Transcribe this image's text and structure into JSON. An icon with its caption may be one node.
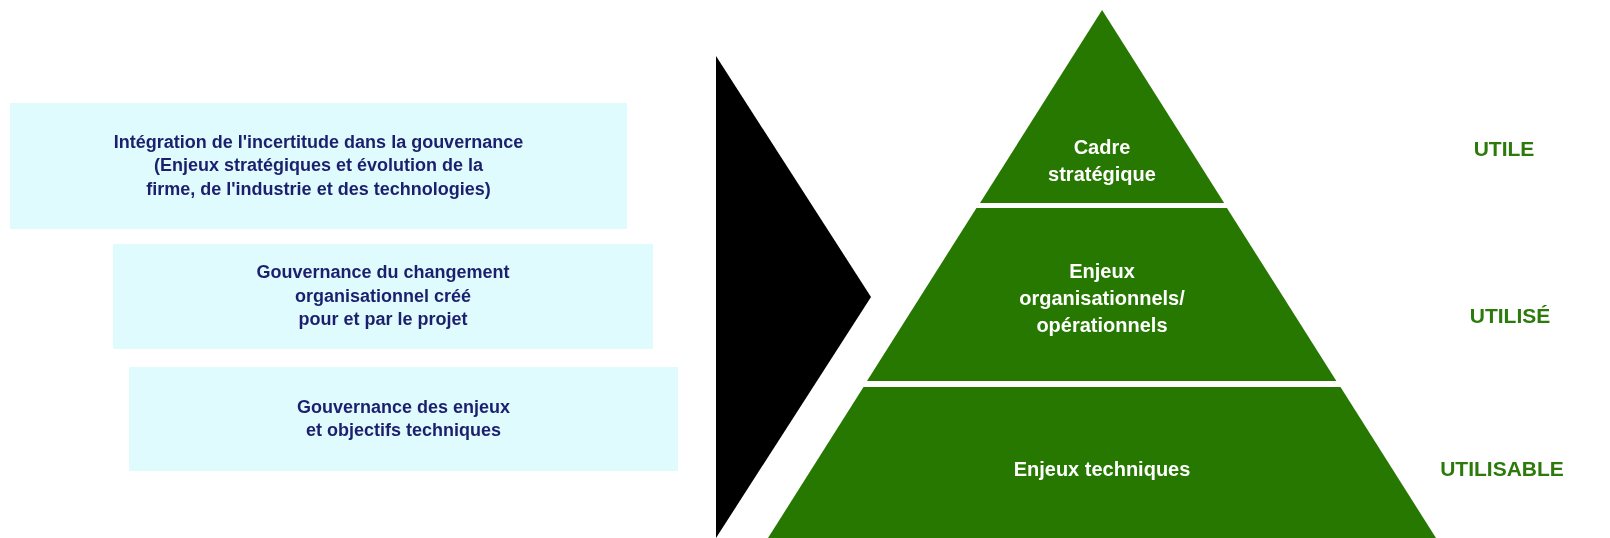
{
  "diagram": {
    "nodes": [
      {
        "text": [
          "Intégration de l'incertitude dans la gouvernance (Enjeux stratégiques et évolution de la firme, de l'industrie et des technologies)"
        ]
      },
      {
        "text": [
          "Gouvernance du changement organisationnel créé pour et par le projet"
        ]
      },
      {
        "text": [
          "Gouvernance des enjeux et objectifs techniques"
        ]
      },
      {
        "text": [],
        "shape": "chevron"
      },
      {
        "text": [
          "Cadre stratégique"
        ]
      },
      {
        "text": [
          "Enjeux organisationnels/ opérationnels"
        ]
      },
      {
        "text": [
          "Enjeux techniques"
        ]
      }
    ],
    "labels": [
      "UTILE",
      "UTILISÉ",
      "UTILISABLE"
    ]
  }
}
